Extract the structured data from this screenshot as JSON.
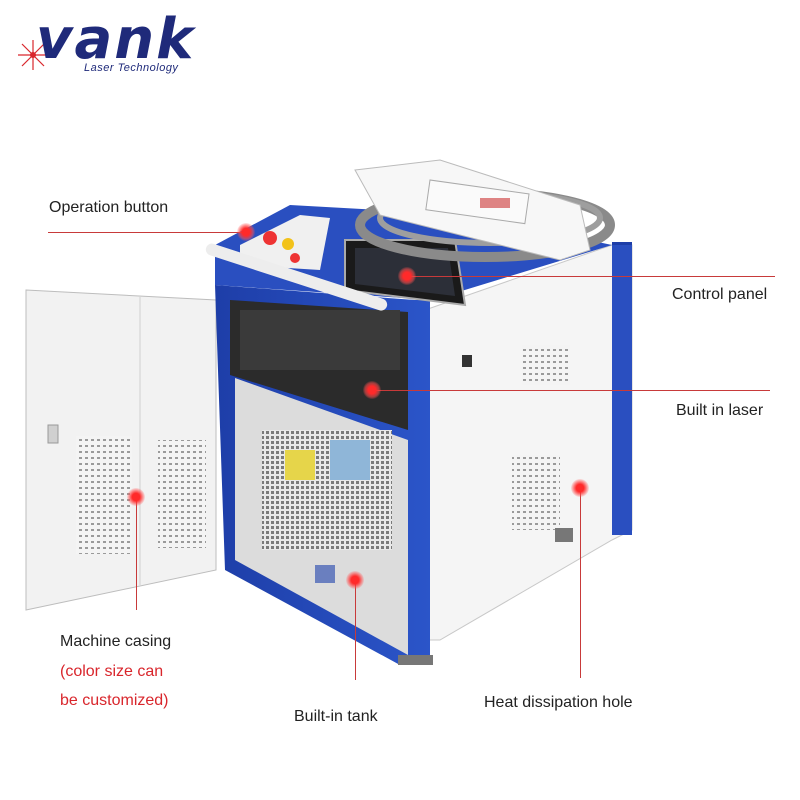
{
  "brand": {
    "name": "vank",
    "tagline": "Laser Technology",
    "color": "#1f2a7a",
    "accent": "#d9262c"
  },
  "callouts": {
    "operation_button": "Operation button",
    "control_panel": "Control panel",
    "built_in_laser": "Built in laser",
    "machine_casing": "Machine casing",
    "casing_note_1": "(color size can",
    "casing_note_2": "be customized)",
    "built_in_tank": "Built-in tank",
    "heat_dissipation_hole": "Heat dissipation hole"
  }
}
